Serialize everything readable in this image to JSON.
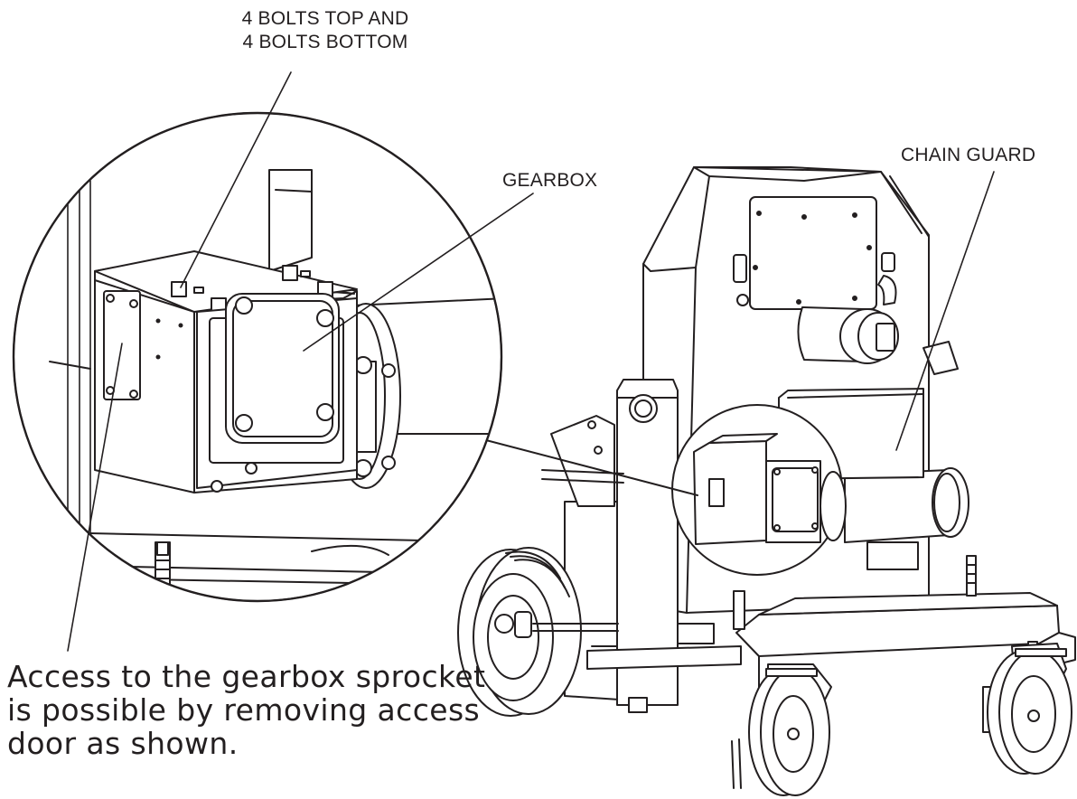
{
  "labels": {
    "bolts_line1": "4 BOLTS TOP AND",
    "bolts_line2": "4 BOLTS BOTTOM",
    "gearbox": "GEARBOX",
    "chain_guard": "CHAIN GUARD"
  },
  "note": {
    "line1": "Access to the gearbox sprocket",
    "line2": "is possible by removing access",
    "line3": "door as shown."
  }
}
